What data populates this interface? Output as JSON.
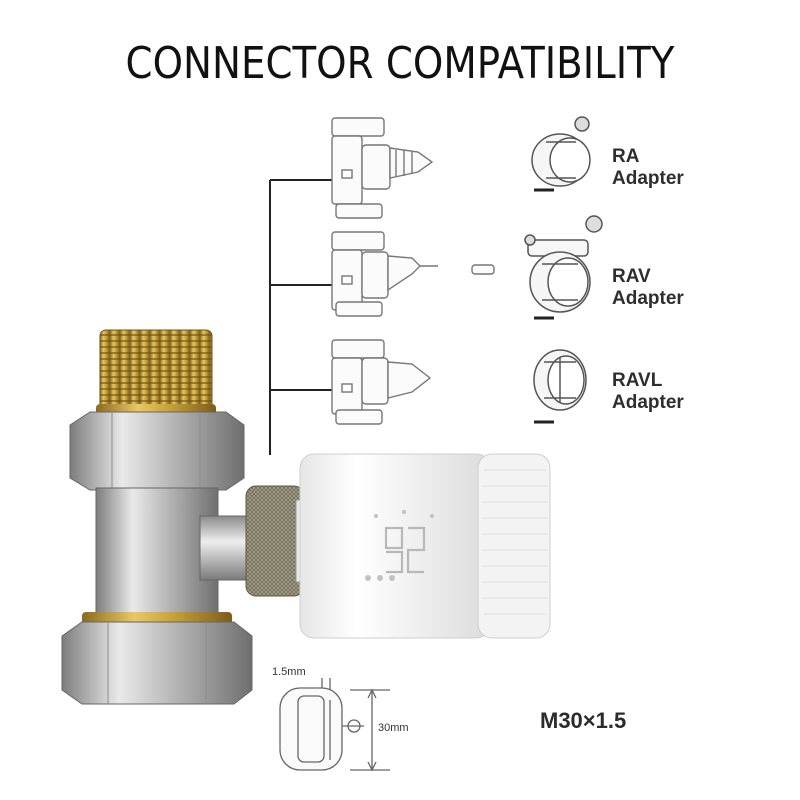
{
  "header": {
    "title": "CONNECTOR COMPATIBILITY"
  },
  "adapters": [
    {
      "name": "RA",
      "suffix": "Adapter"
    },
    {
      "name": "RAV",
      "suffix": "Adapter"
    },
    {
      "name": "RAVL",
      "suffix": "Adapter"
    }
  ],
  "dimensions": {
    "thickness": "1.5mm",
    "diameter": "30mm"
  },
  "thread_spec": "M30×1.5",
  "colors": {
    "brass": "#c9a23a",
    "chrome": "#cfcfcf",
    "line": "#222222"
  }
}
